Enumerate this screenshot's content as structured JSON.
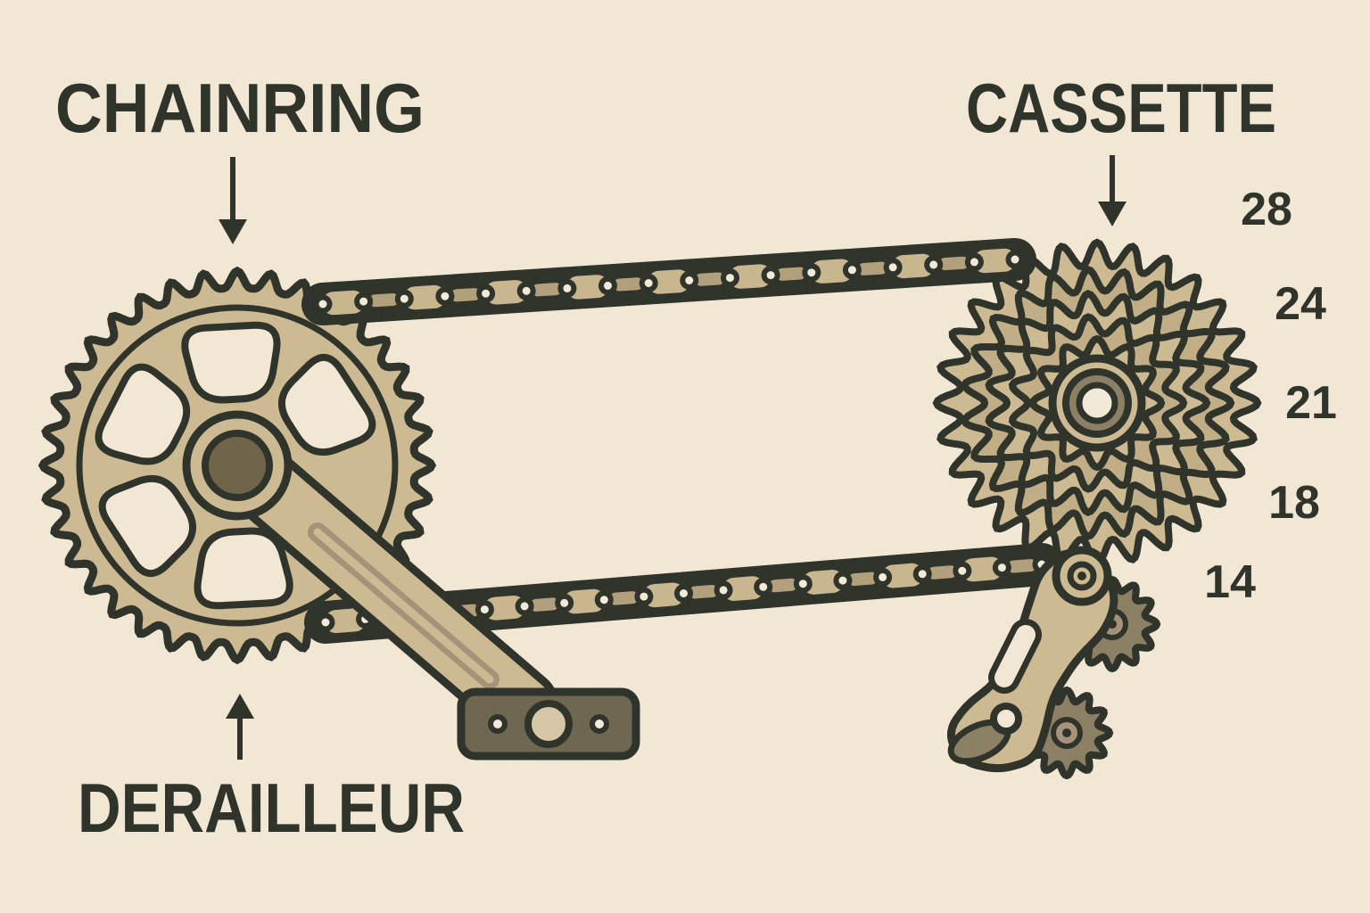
{
  "title": "Bicycle drivetrain diagram",
  "labels": {
    "chainring": "CHAINRING",
    "cassette": "CASSETTE",
    "derailleur": "DERAILLEUR"
  },
  "cassette": {
    "sprockets": [
      {
        "teeth": "28"
      },
      {
        "teeth": "24"
      },
      {
        "teeth": "21"
      },
      {
        "teeth": "18"
      },
      {
        "teeth": "14"
      }
    ]
  },
  "icons": {
    "chainring_pointer": "arrow-down-icon",
    "cassette_pointer": "arrow-down-icon",
    "derailleur_pointer": "arrow-up-icon"
  },
  "colors": {
    "background": "#f2e8d5",
    "ink": "#2e332a",
    "tan": "#cdba93",
    "tan_dark": "#c2ae86",
    "chain_plate": "#c9b68e",
    "chain_inner": "#b2a07c",
    "hub_brown": "#6f6449",
    "pedal": "#6d6750",
    "pedal_center": "#d7c7a7",
    "metal_grey": "#8b8064",
    "cream": "#f3ebda",
    "groove": "#a69278"
  }
}
